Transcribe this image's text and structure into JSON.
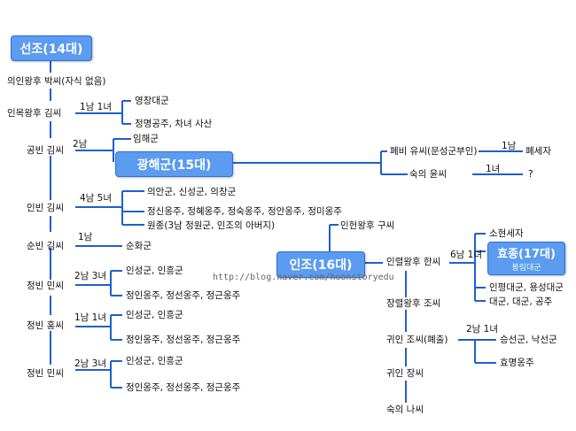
{
  "king14": "선조(14대)",
  "king15": "광해군(15대)",
  "king16": "인조(16대)",
  "king17": "효종(17대)",
  "king17_sub": "봉림대군",
  "watermark": "http://blog.naver.com/hoonstoryedu",
  "consorts": {
    "uiin": "의인왕후 박씨(자식 없음)",
    "inmok": "인목왕후 김씨",
    "gongbin": "공빈 김씨",
    "inbin": "인빈 김씨",
    "sunbin": "순빈 김씨",
    "jeongbin_min1": "정빈 민씨",
    "jeongbin_hong": "정빈 홍씨",
    "jeongbin_min2": "정빈 민씨"
  },
  "counts": {
    "inmok": "1남 1녀",
    "gongbin": "2남",
    "inbin": "4남 5녀",
    "sunbin": "1남",
    "jeongbin_min1": "2남 3녀",
    "jeongbin_hong": "1남 1녀",
    "jeongbin_min2": "2남 3녀",
    "pyebi": "1남",
    "sugui": "1녀",
    "inyeol": "6남 1녀",
    "gwiin_jo": "2남 1녀"
  },
  "children": {
    "yeongchang": "영창대군",
    "jeongmyeong": "정명공주, 차녀 사산",
    "imhae": "임해군",
    "inbin_sons": "의안군, 신성군, 의창군",
    "inbin_daughters": "정신옹주, 정혜옹주, 정숙옹주, 정안옹주, 정미옹주",
    "wonjong": "원종(3남 정원군, 인조의 아버지)",
    "inheon": "인헌왕후 구씨",
    "sunhwa": "순화군",
    "min1_sons": "인성군, 인흥군",
    "min1_daughters": "정인옹주, 정선옹주, 정근옹주",
    "hong_sons": "인성군, 인흥군",
    "hong_daughters": "정인옹주, 정선옹주, 정근옹주",
    "min2_sons": "인성군, 인흥군",
    "min2_daughters": "정인옹주, 정선옹주, 정근옹주",
    "pyebi": "폐비 유씨(문성군부인)",
    "pyeseja": "폐세자",
    "sugui_yun": "숙의 윤씨",
    "qmark": "?",
    "inyeol": "인렬왕후 한씨",
    "sohyeon": "소현세자",
    "inpyeong": "인평대군, 용성대군",
    "daegun": "대군, 대군, 공주",
    "jangryeol": "장렬왕후 조씨",
    "gwiin_jo": "귀인 조씨(폐출)",
    "sungseon": "승선군, 낙선군",
    "hyomyeong": "효명옹주",
    "gwiin_jang": "귀인 장씨",
    "sugui_na": "숙의 나씨"
  },
  "colors": {
    "line": "#1f5fd0",
    "box_fill": "#5b9bf0",
    "box_border": "#2f71d6"
  }
}
